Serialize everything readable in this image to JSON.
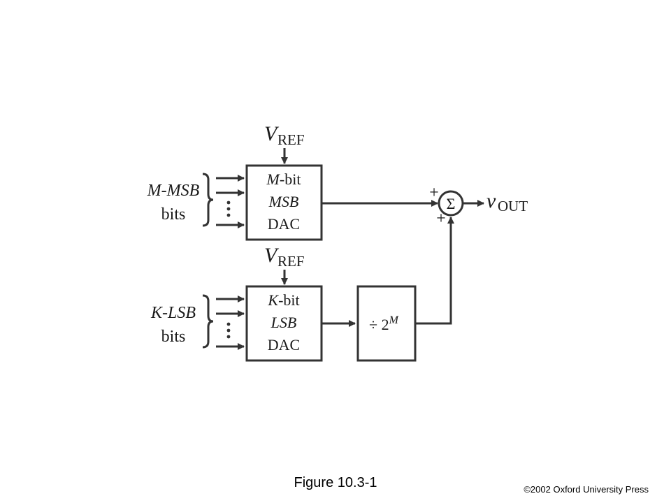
{
  "diagram": {
    "msb_block": {
      "line1_var": "M",
      "line1_rest": "-bit",
      "line2": "MSB",
      "line3": "DAC"
    },
    "lsb_block": {
      "line1_var": "K",
      "line1_rest": "-bit",
      "line2": "LSB",
      "line3": "DAC"
    },
    "divider_block": {
      "symbol": "÷ 2",
      "exponent": "M"
    },
    "summer": {
      "symbol": "Σ",
      "plus_top": "+",
      "plus_bottom": "+"
    },
    "vref_top": {
      "main": "V",
      "sub": "REF"
    },
    "vref_bottom": {
      "main": "V",
      "sub": "REF"
    },
    "output": {
      "main": "v",
      "sub": "OUT"
    },
    "msb_inputs": {
      "line1": "M-MSB",
      "line2": "bits"
    },
    "lsb_inputs": {
      "line1": "K-LSB",
      "line2": "bits"
    }
  },
  "footer": {
    "caption": "Figure 10.3-1",
    "copyright": "©2002 Oxford University Press"
  }
}
